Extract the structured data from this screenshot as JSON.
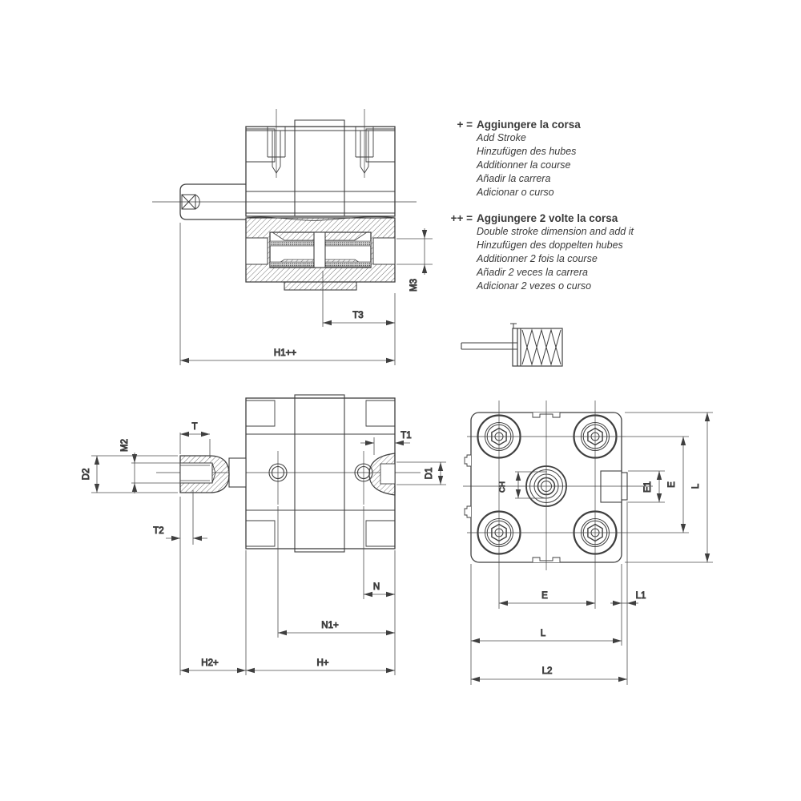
{
  "colors": {
    "background": "#ffffff",
    "line": "#3f3f3f",
    "thin_line": "#4d4d4d",
    "text": "#3a3a3a"
  },
  "legend": {
    "add": {
      "symbol": "+ =",
      "title": "Aggiungere la corsa",
      "lines": [
        "Add Stroke",
        "Hinzufügen des hubes",
        "Additionner la course",
        "Añadir la carrera",
        "Adicionar o curso"
      ]
    },
    "double": {
      "symbol": "++ =",
      "title": "Aggiungere 2 volte la corsa",
      "lines": [
        "Double stroke dimension and add it",
        "Hinzufügen des doppelten hubes",
        "Additionner 2 fois la course",
        "Añadir 2 veces la carrera",
        "Adicionar 2 vezes o curso"
      ]
    }
  },
  "dims": {
    "section": {
      "m3": "M3",
      "t3": "T3",
      "h1": "H1++"
    },
    "side": {
      "t": "T",
      "t1": "T1",
      "t2": "T2",
      "m2": "M2",
      "d2": "D2",
      "d1": "D1",
      "n": "N",
      "n1": "N1+",
      "h2": "H2+",
      "h": "H+"
    },
    "front": {
      "ch": "CH",
      "e1": "E1",
      "e_vertical": "E",
      "l_vertical": "L",
      "e_bottom": "E",
      "l1": "L1",
      "l_bottom": "L",
      "l2": "L2"
    }
  }
}
